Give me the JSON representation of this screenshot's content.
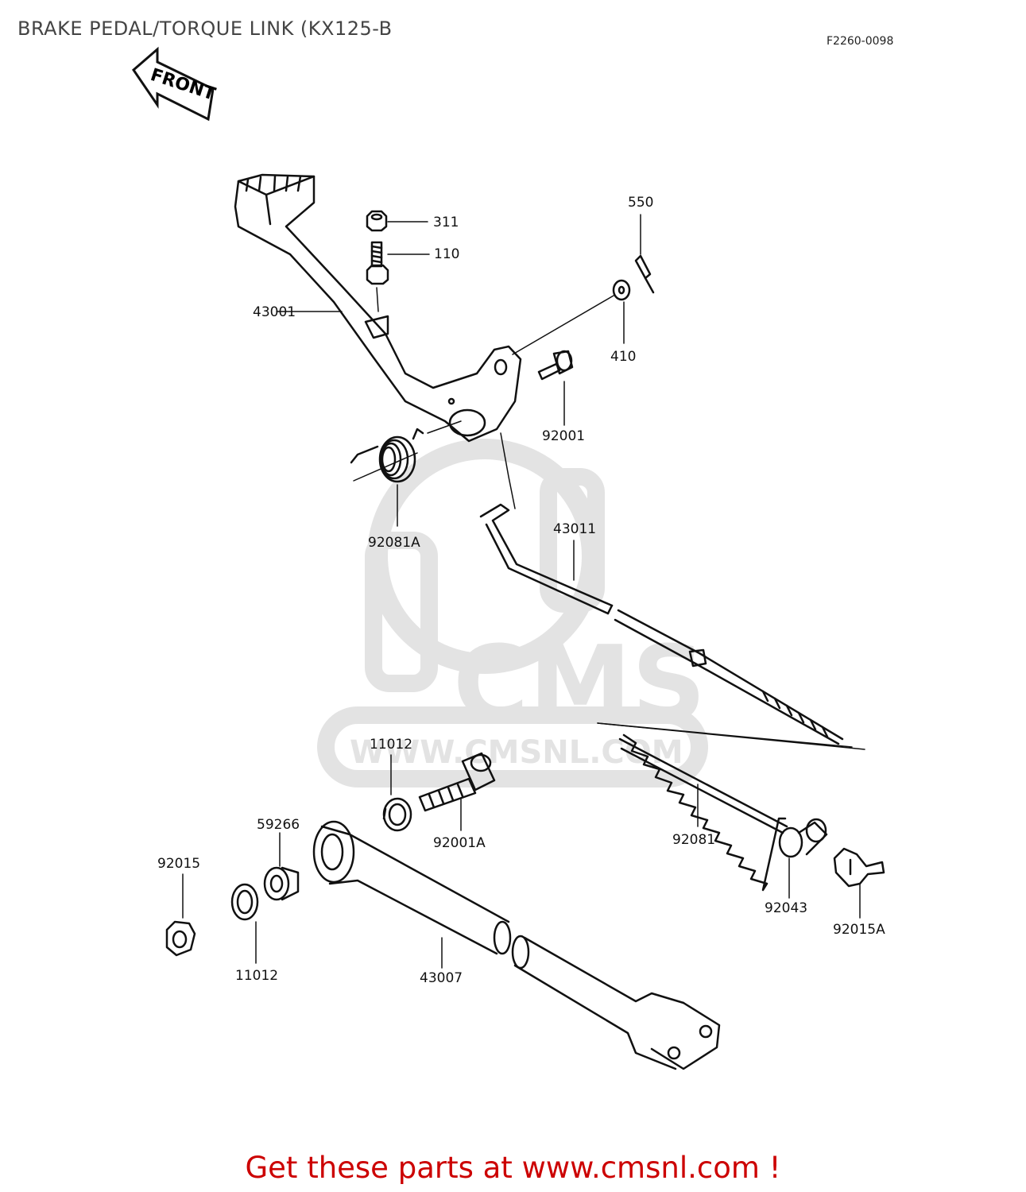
{
  "title": "BRAKE PEDAL/TORQUE LINK (KX125-B",
  "diagram_code": "F2260-0098",
  "front_arrow_label": "FRONT",
  "watermark": {
    "brand": "CMS",
    "url": "WWW.CMSNL.COM"
  },
  "parts": [
    {
      "id": "part-311",
      "number": "311"
    },
    {
      "id": "part-110",
      "number": "110"
    },
    {
      "id": "part-550",
      "number": "550"
    },
    {
      "id": "part-43001",
      "number": "43001"
    },
    {
      "id": "part-410",
      "number": "410"
    },
    {
      "id": "part-92001",
      "number": "92001"
    },
    {
      "id": "part-92081A",
      "number": "92081A"
    },
    {
      "id": "part-43011",
      "number": "43011"
    },
    {
      "id": "part-11012-upper",
      "number": "11012"
    },
    {
      "id": "part-92001A",
      "number": "92001A"
    },
    {
      "id": "part-59266",
      "number": "59266"
    },
    {
      "id": "part-92015",
      "number": "92015"
    },
    {
      "id": "part-92081",
      "number": "92081"
    },
    {
      "id": "part-92043",
      "number": "92043"
    },
    {
      "id": "part-92015A",
      "number": "92015A"
    },
    {
      "id": "part-11012-lower",
      "number": "11012"
    },
    {
      "id": "part-43007",
      "number": "43007"
    }
  ],
  "footer": {
    "text": "Get these parts at www.cmsnl.com !"
  },
  "colors": {
    "line": "#111111",
    "footer": "#cc0000",
    "watermark": "#e2e2e2"
  }
}
